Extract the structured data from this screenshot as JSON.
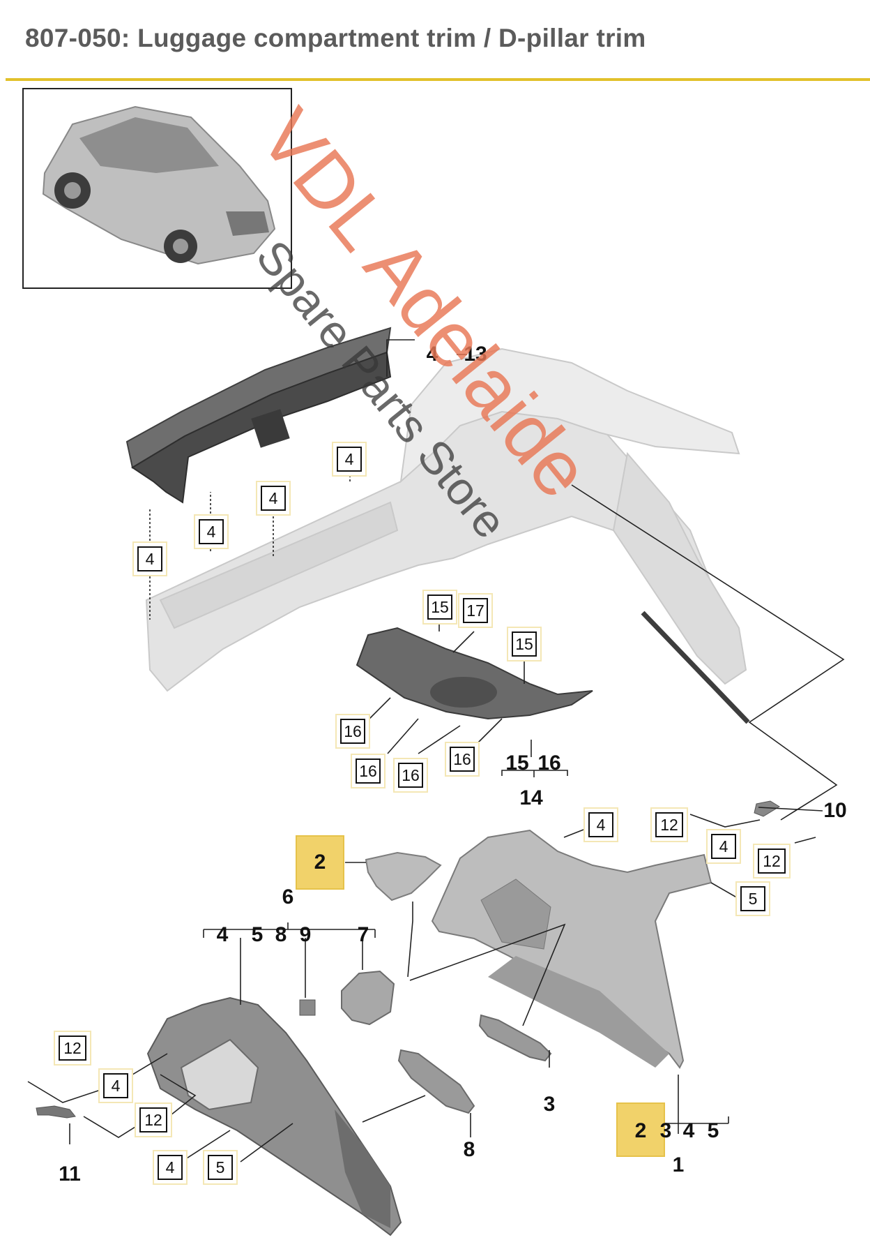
{
  "header": {
    "title": "807-050: Luggage compartment trim / D-pillar trim"
  },
  "watermark": {
    "line1": "VDL Adelaide",
    "line2": "Spare Parts Store"
  },
  "labels": {
    "c4_a": "4",
    "c13": "13",
    "d4_1": "4",
    "d4_2": "4",
    "d4_3": "4",
    "d4_4": "4",
    "d15_a": "15",
    "d17": "17",
    "d15_b": "15",
    "d16_a": "16",
    "d16_b": "16",
    "d16_c": "16",
    "d16_d": "16",
    "g15": "15",
    "g16": "16",
    "g14": "14",
    "r4_a": "4",
    "r12_a": "12",
    "r4_b": "4",
    "r12_b": "12",
    "r5": "5",
    "r10": "10",
    "h2_top": "2",
    "g6": "6",
    "g6_4": "4",
    "g6_5": "5",
    "g6_8": "8",
    "g6_9": "9",
    "g6_7": "7",
    "l12_a": "12",
    "l4_a": "4",
    "l12_b": "12",
    "l4_b": "4",
    "l5": "5",
    "l11": "11",
    "p3": "3",
    "p8": "8",
    "g1_2": "2",
    "g1_3": "3",
    "g1_4": "4",
    "g1_5": "5",
    "g1": "1"
  },
  "colors": {
    "accent": "#e2c12a",
    "highlight": "#f1d26a",
    "watermark_orange": "#e87654",
    "part_dark": "#5f5f5f",
    "body_light": "#e2e2e2"
  }
}
